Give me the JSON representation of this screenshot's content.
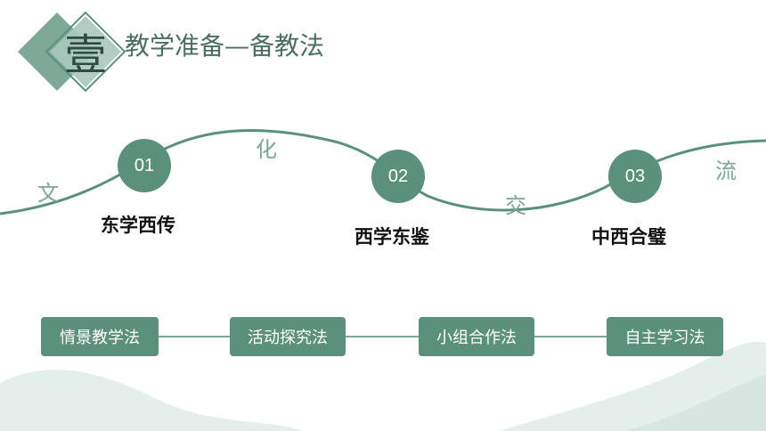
{
  "header": {
    "badge_char": "壹",
    "title": "教学准备—备教法"
  },
  "milestones": [
    {
      "num": "01",
      "label": "东学西传"
    },
    {
      "num": "02",
      "label": "西学东鉴"
    },
    {
      "num": "03",
      "label": "中西合璧"
    }
  ],
  "curve_chars": [
    "文",
    "化",
    "交",
    "流"
  ],
  "methods": [
    "情景教学法",
    "活动探究法",
    "小组合作法",
    "自主学习法"
  ],
  "colors": {
    "primary": "#5b917c",
    "curve": "#5b917c",
    "light_wave": "#e4efec"
  }
}
